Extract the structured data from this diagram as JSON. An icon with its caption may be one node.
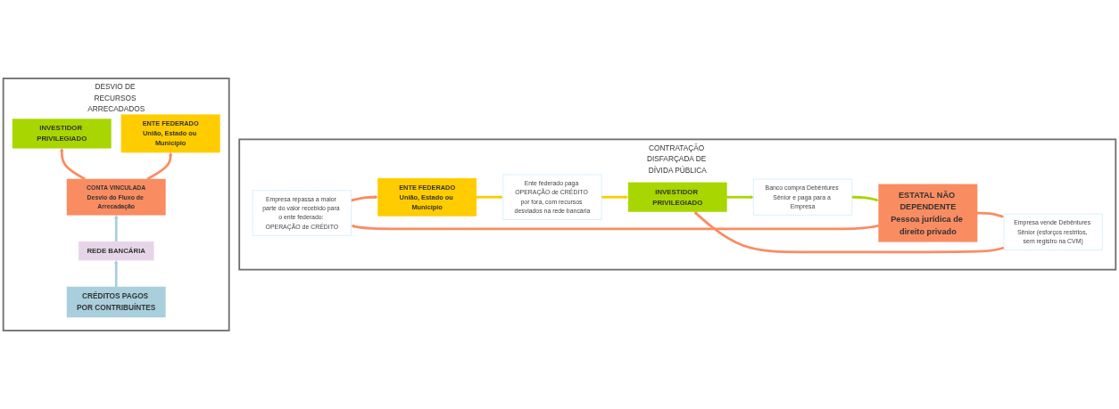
{
  "diagram": {
    "nodes": [
      {
        "text": [
          "DESVIO DE RECURSOS ARRECADADOS"
        ]
      },
      {
        "text": [
          "INVESTIDOR PRIVILEGIADO"
        ],
        "in": 0
      },
      {
        "text": [
          "ENTE FEDERADO",
          "União, Estado ou Município"
        ],
        "in": 0
      },
      {
        "text": [
          "CONTA VINCULADA",
          "Desvio do Fluxo de Arrecadação"
        ],
        "in": 0
      },
      {
        "text": [
          "REDE BANCÁRIA"
        ],
        "in": 0
      },
      {
        "text": [
          "CRÉDITOS PAGOS POR CONTRIBUÍNTES"
        ],
        "in": 0
      },
      {
        "text": [
          "CONTRATAÇÃO DISFARÇADA DE DÍVIDA PÚBLICA"
        ]
      },
      {
        "text": [
          "Empresa repassa a maior parte do valor recebido para o ente federado: OPERAÇÃO de CRÉDITO"
        ],
        "in": 6
      },
      {
        "text": [
          "ENTE FEDERADO",
          "União, Estado ou Município"
        ],
        "in": 6
      },
      {
        "text": [
          "Ente federado paga OPERAÇÃO de CRÉDITO por fora, com recursos desviados na rede bancária"
        ],
        "in": 6
      },
      {
        "text": [
          "ESTATAL NÃO DEPENDENTE",
          "Pessoa jurídica de direito privado"
        ],
        "in": 6
      },
      {
        "text": [
          "Empresa vende Debêntures Sênior (esforços restritos, sem registro na CVM)"
        ],
        "in": 6
      },
      {
        "text": [
          "Banco compra Debêntures Sênior e paga para a Empresa"
        ],
        "in": 6
      },
      {
        "text": [
          "INVESTIDOR PRIVILEGIADO"
        ],
        "in": 6
      }
    ],
    "edges": [
      {
        "from": 5,
        "to": 4,
        "arrow": "to",
        "color": "#a9cfdc"
      },
      {
        "from": 4,
        "to": 3,
        "arrow": "to",
        "color": "#a9cfdc"
      },
      {
        "from": 3,
        "to": 1,
        "arrow": "to",
        "color": "#fa8c62"
      },
      {
        "from": 3,
        "to": 2,
        "arrow": "to",
        "color": "#fa8c62"
      },
      {
        "from": 7,
        "to": 8,
        "arrow": "to",
        "color": "#fa8c62"
      },
      {
        "from": 8,
        "to": 9,
        "arrow": "to",
        "color": "#ffcc00"
      },
      {
        "from": 10,
        "to": 7,
        "arrow": "to",
        "color": "#fa8c62"
      },
      {
        "from": 12,
        "to": 10,
        "arrow": "to",
        "color": "#a8d600"
      },
      {
        "from": 10,
        "to": 11,
        "arrow": "to",
        "color": "#fa8c62"
      },
      {
        "from": 11,
        "to": 13,
        "arrow": "to",
        "color": "#fa8c62"
      },
      {
        "from": 9,
        "to": 13,
        "arrow": "to",
        "color": "#ffcc00"
      },
      {
        "from": 13,
        "to": 12,
        "arrow": "to",
        "color": "#a8d600"
      }
    ]
  }
}
